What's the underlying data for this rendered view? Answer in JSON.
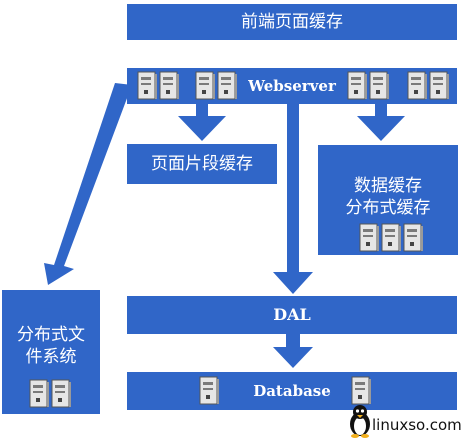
{
  "diagram": {
    "front_cache": "前端页面缓存",
    "webserver": "Webserver",
    "page_fragment_cache": "页面片段缓存",
    "data_cache_line1": "数据缓存",
    "data_cache_line2": "分布式缓存",
    "distributed_fs_line1": "分布式文",
    "distributed_fs_line2": "件系统",
    "dal": "DAL",
    "database": "Database"
  },
  "watermark": {
    "text": "linuxso.com"
  },
  "colors": {
    "box_fill": "#3066c8",
    "box_text": "#ffffff",
    "server_body": "#e6e6e6"
  },
  "icons": {
    "server": "server-computer-icon",
    "logo": "tux-penguin-icon"
  }
}
